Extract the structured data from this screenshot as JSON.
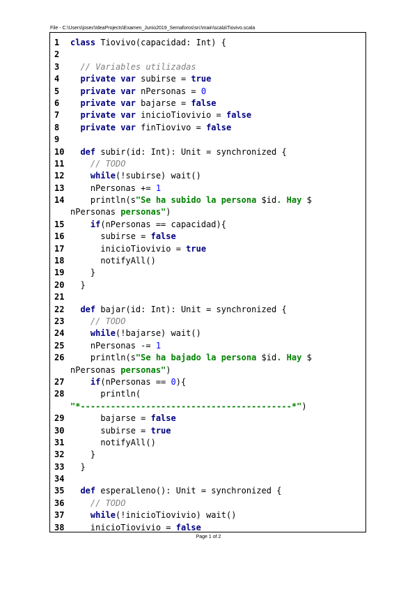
{
  "header": {
    "file_path": "File - C:\\Users\\josec\\IdeaProjects\\Examen_Junio2019_Semaforos\\src\\main\\scala\\Tiovivo.scala"
  },
  "footer": {
    "page_label": "Page 1 of 2"
  },
  "code": {
    "lines": [
      {
        "n": "1",
        "tokens": [
          [
            "kw",
            "class "
          ],
          [
            "plain",
            "Tiovivo(capacidad: Int) {"
          ]
        ]
      },
      {
        "n": "2",
        "tokens": []
      },
      {
        "n": "3",
        "tokens": [
          [
            "plain",
            "  "
          ],
          [
            "cmt",
            "// Variables utilizadas"
          ]
        ]
      },
      {
        "n": "4",
        "tokens": [
          [
            "plain",
            "  "
          ],
          [
            "kw",
            "private var "
          ],
          [
            "plain",
            "subirse = "
          ],
          [
            "kw",
            "true"
          ]
        ]
      },
      {
        "n": "5",
        "tokens": [
          [
            "plain",
            "  "
          ],
          [
            "kw",
            "private var "
          ],
          [
            "plain",
            "nPersonas = "
          ],
          [
            "num",
            "0"
          ]
        ]
      },
      {
        "n": "6",
        "tokens": [
          [
            "plain",
            "  "
          ],
          [
            "kw",
            "private var "
          ],
          [
            "plain",
            "bajarse = "
          ],
          [
            "kw",
            "false"
          ]
        ]
      },
      {
        "n": "7",
        "tokens": [
          [
            "plain",
            "  "
          ],
          [
            "kw",
            "private var "
          ],
          [
            "plain",
            "inicioTiovivio = "
          ],
          [
            "kw",
            "false"
          ]
        ]
      },
      {
        "n": "8",
        "tokens": [
          [
            "plain",
            "  "
          ],
          [
            "kw",
            "private var "
          ],
          [
            "plain",
            "finTiovivo = "
          ],
          [
            "kw",
            "false"
          ]
        ]
      },
      {
        "n": "9",
        "tokens": []
      },
      {
        "n": "10",
        "tokens": [
          [
            "plain",
            "  "
          ],
          [
            "kw",
            "def "
          ],
          [
            "plain",
            "subir(id: Int): Unit = synchronized {"
          ]
        ]
      },
      {
        "n": "11",
        "tokens": [
          [
            "plain",
            "    "
          ],
          [
            "cmt",
            "// TODO"
          ]
        ]
      },
      {
        "n": "12",
        "tokens": [
          [
            "plain",
            "    "
          ],
          [
            "kw",
            "while"
          ],
          [
            "plain",
            "(!subirse) wait()"
          ]
        ]
      },
      {
        "n": "13",
        "tokens": [
          [
            "plain",
            "    nPersonas += "
          ],
          [
            "num",
            "1"
          ]
        ]
      },
      {
        "n": "14",
        "tokens": [
          [
            "plain",
            "    println(s"
          ],
          [
            "str",
            "\"Se ha subido la persona "
          ],
          [
            "plain",
            "$id"
          ],
          [
            "str",
            ". Hay "
          ],
          [
            "plain",
            "$"
          ]
        ]
      },
      {
        "n": "",
        "wrap": true,
        "tokens": [
          [
            "plain",
            "nPersonas "
          ],
          [
            "str",
            "personas\""
          ],
          [
            "plain",
            ")"
          ]
        ]
      },
      {
        "n": "15",
        "tokens": [
          [
            "plain",
            "    "
          ],
          [
            "kw",
            "if"
          ],
          [
            "plain",
            "(nPersonas == capacidad){"
          ]
        ]
      },
      {
        "n": "16",
        "tokens": [
          [
            "plain",
            "      subirse = "
          ],
          [
            "kw",
            "false"
          ]
        ]
      },
      {
        "n": "17",
        "tokens": [
          [
            "plain",
            "      inicioTiovivio = "
          ],
          [
            "kw",
            "true"
          ]
        ]
      },
      {
        "n": "18",
        "tokens": [
          [
            "plain",
            "      notifyAll()"
          ]
        ]
      },
      {
        "n": "19",
        "tokens": [
          [
            "plain",
            "    }"
          ]
        ]
      },
      {
        "n": "20",
        "tokens": [
          [
            "plain",
            "  }"
          ]
        ]
      },
      {
        "n": "21",
        "tokens": []
      },
      {
        "n": "22",
        "tokens": [
          [
            "plain",
            "  "
          ],
          [
            "kw",
            "def "
          ],
          [
            "plain",
            "bajar(id: Int): Unit = synchronized {"
          ]
        ]
      },
      {
        "n": "23",
        "tokens": [
          [
            "plain",
            "    "
          ],
          [
            "cmt",
            "// TODO"
          ]
        ]
      },
      {
        "n": "24",
        "tokens": [
          [
            "plain",
            "    "
          ],
          [
            "kw",
            "while"
          ],
          [
            "plain",
            "(!bajarse) wait()"
          ]
        ]
      },
      {
        "n": "25",
        "tokens": [
          [
            "plain",
            "    nPersonas -= "
          ],
          [
            "num",
            "1"
          ]
        ]
      },
      {
        "n": "26",
        "tokens": [
          [
            "plain",
            "    println(s"
          ],
          [
            "str",
            "\"Se ha bajado la persona "
          ],
          [
            "plain",
            "$id"
          ],
          [
            "str",
            ". Hay "
          ],
          [
            "plain",
            "$"
          ]
        ]
      },
      {
        "n": "",
        "wrap": true,
        "tokens": [
          [
            "plain",
            "nPersonas "
          ],
          [
            "str",
            "personas\""
          ],
          [
            "plain",
            ")"
          ]
        ]
      },
      {
        "n": "27",
        "tokens": [
          [
            "plain",
            "    "
          ],
          [
            "kw",
            "if"
          ],
          [
            "plain",
            "(nPersonas == "
          ],
          [
            "num",
            "0"
          ],
          [
            "plain",
            "){"
          ]
        ]
      },
      {
        "n": "28",
        "tokens": [
          [
            "plain",
            "      println("
          ]
        ]
      },
      {
        "n": "",
        "wrap": true,
        "tokens": [
          [
            "str",
            "\"*------------------------------------------*\""
          ],
          [
            "plain",
            ")"
          ]
        ]
      },
      {
        "n": "29",
        "tokens": [
          [
            "plain",
            "      bajarse = "
          ],
          [
            "kw",
            "false"
          ]
        ]
      },
      {
        "n": "30",
        "tokens": [
          [
            "plain",
            "      subirse = "
          ],
          [
            "kw",
            "true"
          ]
        ]
      },
      {
        "n": "31",
        "tokens": [
          [
            "plain",
            "      notifyAll()"
          ]
        ]
      },
      {
        "n": "32",
        "tokens": [
          [
            "plain",
            "    }"
          ]
        ]
      },
      {
        "n": "33",
        "tokens": [
          [
            "plain",
            "  }"
          ]
        ]
      },
      {
        "n": "34",
        "tokens": []
      },
      {
        "n": "35",
        "tokens": [
          [
            "plain",
            "  "
          ],
          [
            "kw",
            "def "
          ],
          [
            "plain",
            "esperaLleno(): Unit = synchronized {"
          ]
        ]
      },
      {
        "n": "36",
        "tokens": [
          [
            "plain",
            "    "
          ],
          [
            "cmt",
            "// TODO"
          ]
        ]
      },
      {
        "n": "37",
        "tokens": [
          [
            "plain",
            "    "
          ],
          [
            "kw",
            "while"
          ],
          [
            "plain",
            "(!inicioTiovivio) wait()"
          ]
        ]
      },
      {
        "n": "38",
        "tokens": [
          [
            "plain",
            "    inicioTiovivio = "
          ],
          [
            "kw",
            "false"
          ]
        ]
      }
    ]
  },
  "colors": {
    "keyword": "#000080",
    "string": "#008000",
    "number": "#0000ff",
    "comment": "#808080"
  }
}
